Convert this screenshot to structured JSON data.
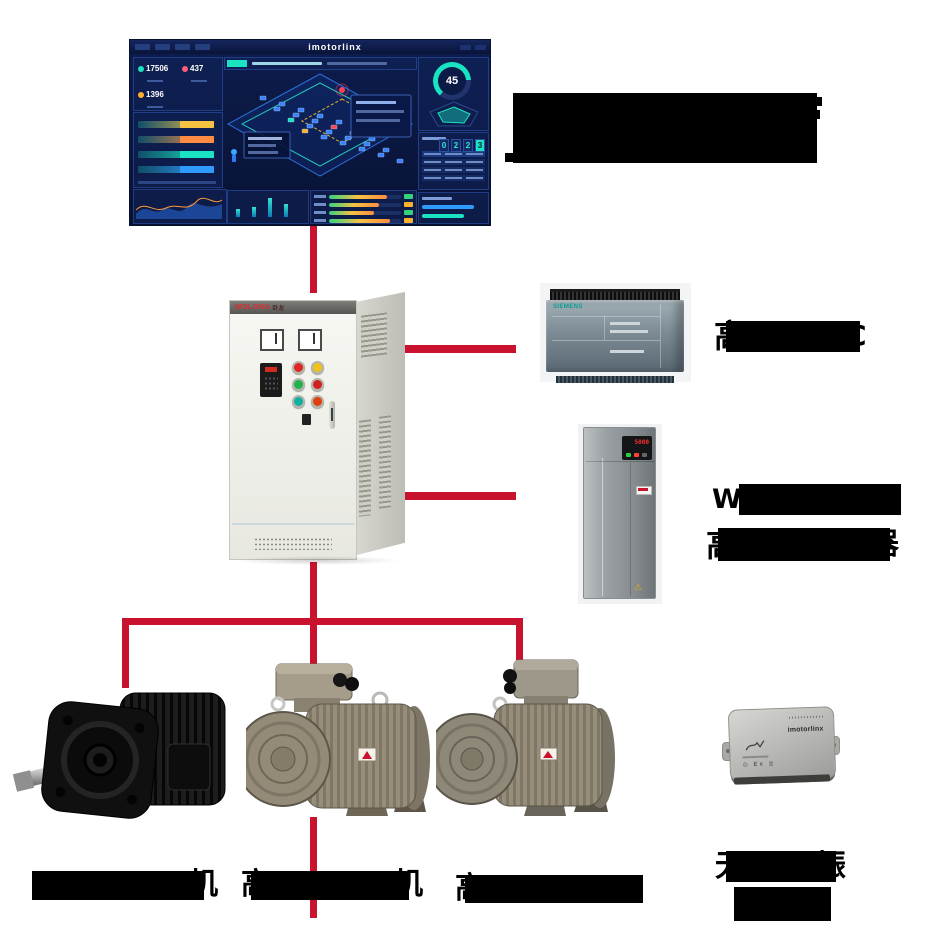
{
  "diagram": {
    "connector_color": "#c9122d",
    "platform_label": {
      "redacted": true,
      "note": "large two-line caption, fully blacked out"
    },
    "plc_label": {
      "lead": "高",
      "trail": "C"
    },
    "vfd_label_line1": {
      "lead": "W"
    },
    "vfd_label_line2": {
      "lead": "高",
      "trail": "器"
    },
    "motor1_label": {
      "trail": "机"
    },
    "motor2_label": {
      "lead": "高",
      "trail": "机"
    },
    "motor3_label": {
      "lead": "高"
    },
    "sensor_label_line1": {
      "lead": "无",
      "trail": "振"
    },
    "sensor_label_line2": {
      "redacted": true
    }
  },
  "dashboard": {
    "logo": "imotorlinx",
    "stats": [
      {
        "value": "17506",
        "color": "#19e3c2"
      },
      {
        "value": "437",
        "color": "#ff5b7a"
      },
      {
        "value": "1396",
        "color": "#ffb02e"
      }
    ],
    "gauge_value": "45",
    "counter_digits": [
      "0",
      "2",
      "2",
      "3"
    ],
    "bar_values": [
      38,
      46,
      88,
      60
    ],
    "progress_values": [
      80,
      70,
      62,
      85
    ],
    "sankey_colors": [
      "#f5c242",
      "#ff8c42",
      "#19e3c2",
      "#2f9bff"
    ],
    "floor_unit_count": 24
  },
  "cabinet": {
    "brand": "WOLONG",
    "brand_cn": "卧龙"
  },
  "plc": {
    "brand": "SIEMENS"
  },
  "vfd": {
    "display": "5000"
  },
  "sensor": {
    "brand": "imotorlinx",
    "cert": "Ex"
  }
}
